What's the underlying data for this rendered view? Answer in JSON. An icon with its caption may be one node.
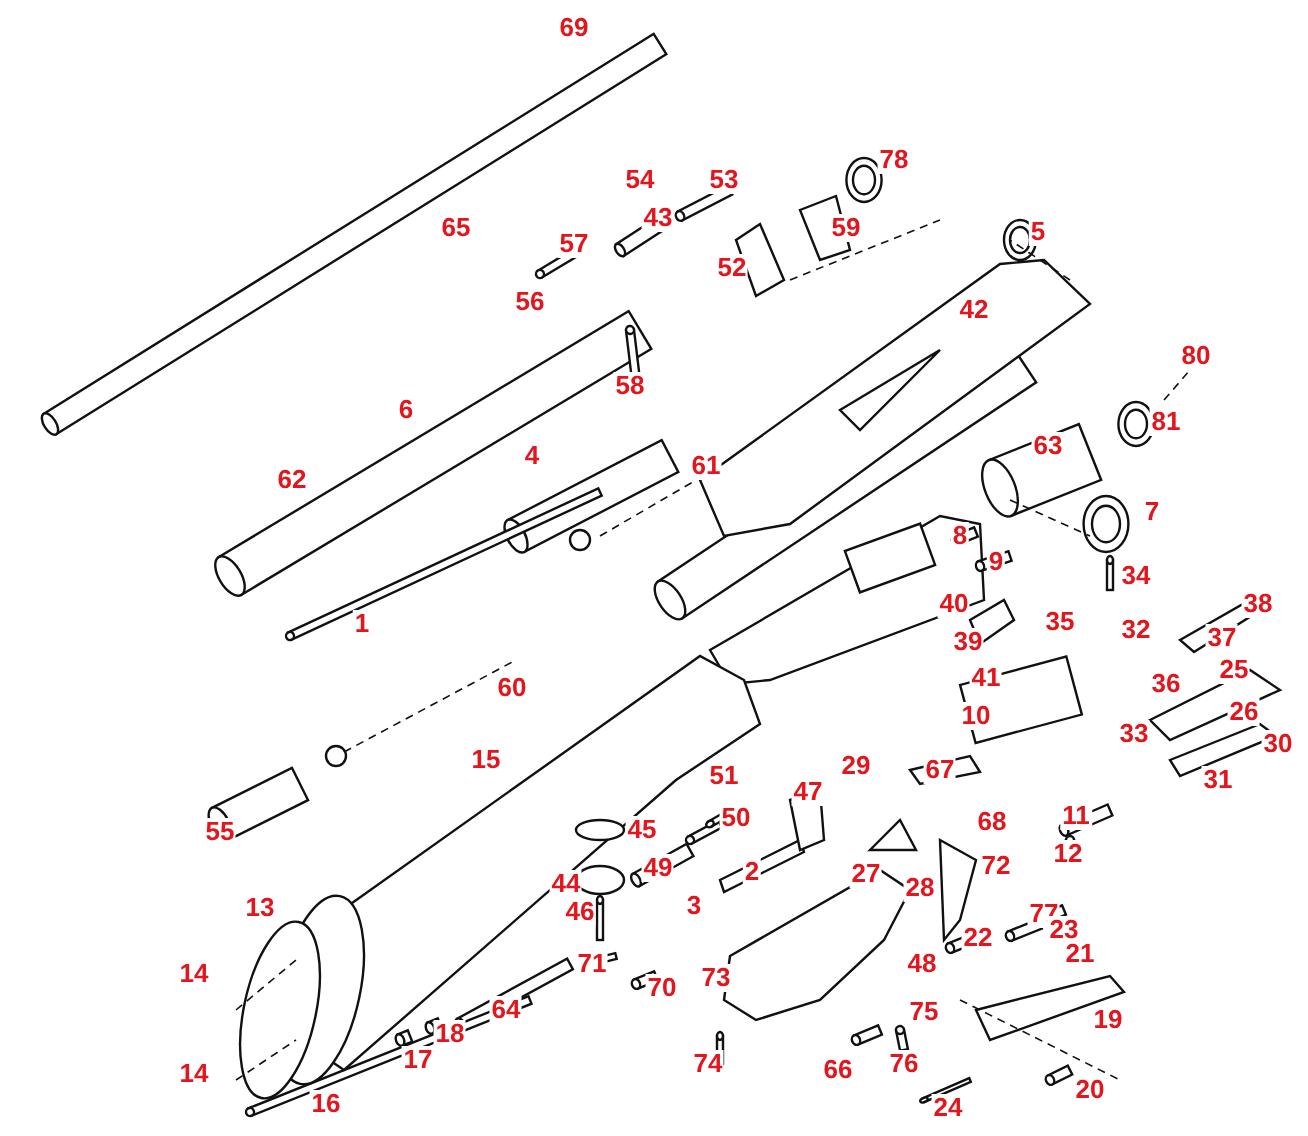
{
  "diagram": {
    "labels": [
      "69",
      "78",
      "54",
      "53",
      "43",
      "65",
      "59",
      "5",
      "57",
      "52",
      "56",
      "42",
      "80",
      "58",
      "81",
      "6",
      "63",
      "4",
      "62",
      "61",
      "7",
      "8",
      "9",
      "34",
      "38",
      "40",
      "35",
      "32",
      "1",
      "39",
      "37",
      "41",
      "25",
      "60",
      "36",
      "10",
      "26",
      "33",
      "30",
      "15",
      "31",
      "51",
      "29",
      "67",
      "47",
      "50",
      "45",
      "11",
      "68",
      "55",
      "49",
      "2",
      "12",
      "72",
      "44",
      "27",
      "28",
      "13",
      "3",
      "46",
      "77",
      "23",
      "22",
      "21",
      "71",
      "14",
      "73",
      "48",
      "70",
      "64",
      "75",
      "19",
      "18",
      "17",
      "14",
      "74",
      "76",
      "66",
      "20",
      "16",
      "24"
    ]
  }
}
